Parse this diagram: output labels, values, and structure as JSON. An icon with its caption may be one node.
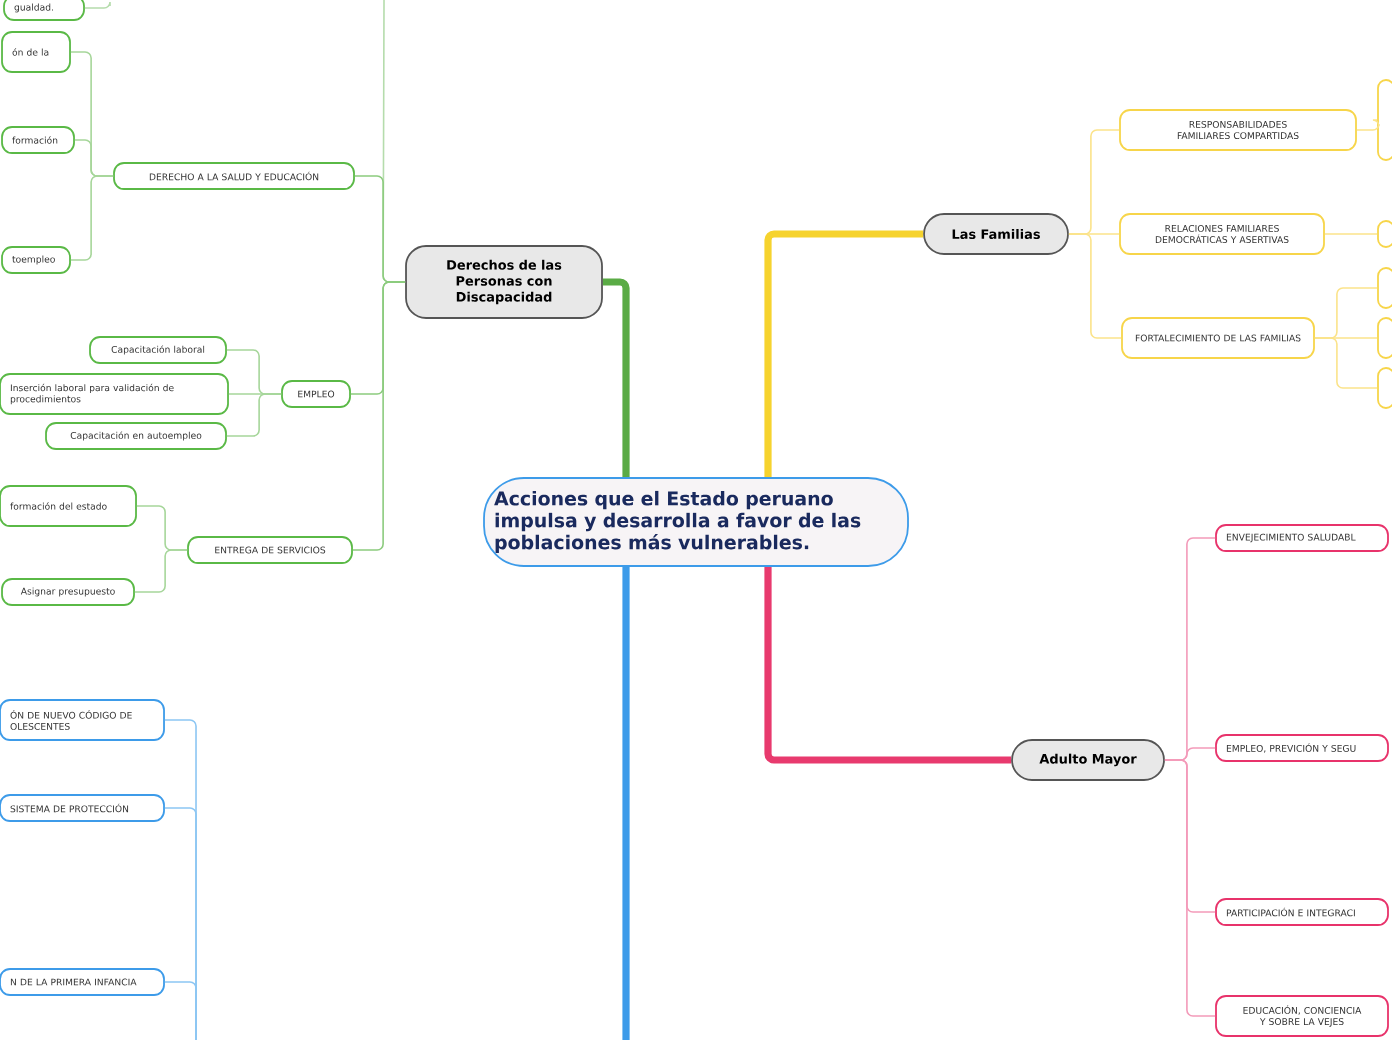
{
  "diagram": {
    "nodes": [
      {
        "text": [
          "Acciones que el Estado peruano impulsa y desarrolla a favor de las poblaciones más vulnerables."
        ]
      },
      {
        "text": [
          "Derechos de las Personas con Discapacidad"
        ]
      },
      {
        "text": [
          "gualdad."
        ]
      },
      {
        "text": [
          "ón de la"
        ]
      },
      {
        "text": [
          "formación"
        ]
      },
      {
        "text": [
          "toempleo"
        ]
      },
      {
        "text": [
          "DERECHO A LA SALUD Y EDUCACIÓN"
        ]
      },
      {
        "text": [
          "Capacitación laboral"
        ]
      },
      {
        "text": [
          "Inserción laboral para validación de procedimientos"
        ]
      },
      {
        "text": [
          "Capacitación en autoempleo"
        ]
      },
      {
        "text": [
          "EMPLEO"
        ]
      },
      {
        "text": [
          "formación del estado"
        ]
      },
      {
        "text": [
          "Asignar presupuesto"
        ]
      },
      {
        "text": [
          "ENTREGA DE SERVICIOS"
        ]
      },
      {
        "text": [
          "ÓN DE NUEVO CÓDIGO DE OLESCENTES"
        ]
      },
      {
        "text": [
          "SISTEMA DE PROTECCIÓN"
        ]
      },
      {
        "text": [
          "N DE LA PRIMERA INFANCIA"
        ]
      },
      {
        "text": [
          "Las Familias"
        ]
      },
      {
        "text": [
          "RESPONSABILIDADES FAMILIARES COMPARTIDAS"
        ]
      },
      {
        "text": [
          "RELACIONES FAMILIARES DEMOCRÁTICAS Y ASERTIVAS"
        ]
      },
      {
        "text": [
          "FORTALECIMIENTO DE LAS FAMILIAS"
        ]
      },
      {
        "text": [],
        "shape": "box"
      },
      {
        "text": [],
        "shape": "box"
      },
      {
        "text": [],
        "shape": "box"
      },
      {
        "text": [],
        "shape": "box"
      },
      {
        "text": [],
        "shape": "box"
      },
      {
        "text": [
          "Adulto Mayor"
        ]
      },
      {
        "text": [
          "ENVEJECIMIENTO SALUDABL"
        ]
      },
      {
        "text": [
          "EMPLEO, PREVICIÓN Y SEGU"
        ]
      },
      {
        "text": [
          "PARTICIPACIÓN E INTEGRACI"
        ]
      },
      {
        "text": [
          "EDUCACIÓN, CONCIENCIA Y SOBRE LA VEJES"
        ]
      }
    ],
    "edges": [
      {
        "from": 0,
        "to": 1,
        "arrow": "none",
        "style": "thick",
        "color": "#5aab45"
      },
      {
        "from": 0,
        "to": 17,
        "arrow": "none",
        "style": "thick",
        "color": "#f6d32e"
      },
      {
        "from": 0,
        "to": 26,
        "arrow": "none",
        "style": "thick",
        "color": "#e83a6e"
      },
      {
        "from": 0,
        "to": null,
        "arrow": "none",
        "style": "thick",
        "color": "#3d9be9"
      },
      {
        "from": 1,
        "to": null,
        "arrow": "none",
        "color": "#b5dcac"
      },
      {
        "from": null,
        "to": 2,
        "arrow": "none",
        "color": "#b5dcac"
      },
      {
        "from": 1,
        "to": 6,
        "arrow": "none",
        "color": "#8ccb7e"
      },
      {
        "from": 6,
        "to": 3,
        "arrow": "none",
        "color": "#a6d69a"
      },
      {
        "from": 6,
        "to": 4,
        "arrow": "none",
        "color": "#a6d69a"
      },
      {
        "from": 6,
        "to": 5,
        "arrow": "none",
        "color": "#a6d69a"
      },
      {
        "from": 1,
        "to": 10,
        "arrow": "none",
        "color": "#8ccb7e"
      },
      {
        "from": 10,
        "to": 7,
        "arrow": "none",
        "color": "#a6d69a"
      },
      {
        "from": 10,
        "to": 8,
        "arrow": "none",
        "color": "#a6d69a"
      },
      {
        "from": 10,
        "to": 9,
        "arrow": "none",
        "color": "#a6d69a"
      },
      {
        "from": 1,
        "to": 13,
        "arrow": "none",
        "color": "#8ccb7e"
      },
      {
        "from": 13,
        "to": 11,
        "arrow": "none",
        "color": "#a6d69a"
      },
      {
        "from": 13,
        "to": 12,
        "arrow": "none",
        "color": "#a6d69a"
      },
      {
        "from": null,
        "to": 14,
        "arrow": "none",
        "color": "#8cc6f3"
      },
      {
        "from": null,
        "to": 15,
        "arrow": "none",
        "color": "#8cc6f3"
      },
      {
        "from": null,
        "to": 16,
        "arrow": "none",
        "color": "#8cc6f3"
      },
      {
        "from": 17,
        "to": 18,
        "arrow": "none",
        "color": "#fbe38a"
      },
      {
        "from": 17,
        "to": 19,
        "arrow": "none",
        "color": "#fbe38a"
      },
      {
        "from": 17,
        "to": 20,
        "arrow": "none",
        "color": "#fbe38a"
      },
      {
        "from": 18,
        "to": 21,
        "arrow": "none",
        "color": "#fbe38a"
      },
      {
        "from": 19,
        "to": 22,
        "arrow": "none",
        "color": "#fbe38a"
      },
      {
        "from": 20,
        "to": 23,
        "arrow": "none",
        "color": "#fbe38a"
      },
      {
        "from": 20,
        "to": 24,
        "arrow": "none",
        "color": "#fbe38a"
      },
      {
        "from": 20,
        "to": 25,
        "arrow": "none",
        "color": "#fbe38a"
      },
      {
        "from": 26,
        "to": 27,
        "arrow": "none",
        "color": "#f39ab9"
      },
      {
        "from": 26,
        "to": 28,
        "arrow": "none",
        "color": "#f39ab9"
      },
      {
        "from": 26,
        "to": 29,
        "arrow": "none",
        "color": "#f39ab9"
      },
      {
        "from": 26,
        "to": 30,
        "arrow": "none",
        "color": "#f39ab9"
      }
    ]
  }
}
